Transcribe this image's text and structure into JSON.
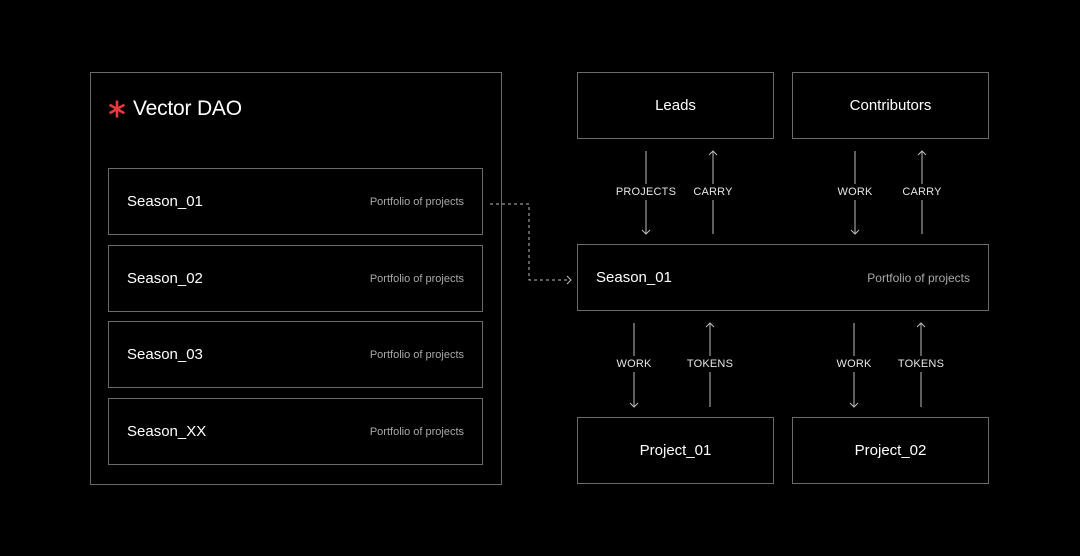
{
  "dao": {
    "title": "Vector DAO",
    "accent_color": "#e8383d",
    "icon": "asterisk-icon",
    "seasons": [
      {
        "label": "Season_01",
        "desc": "Portfolio of projects"
      },
      {
        "label": "Season_02",
        "desc": "Portfolio of projects"
      },
      {
        "label": "Season_03",
        "desc": "Portfolio of projects"
      },
      {
        "label": "Season_XX",
        "desc": "Portfolio of projects"
      }
    ]
  },
  "roles": {
    "leads": "Leads",
    "contributors": "Contributors"
  },
  "season_detail": {
    "label": "Season_01",
    "desc": "Portfolio of projects"
  },
  "projects": {
    "p1": "Project_01",
    "p2": "Project_02"
  },
  "flows": {
    "leads_down": "PROJECTS",
    "leads_up": "CARRY",
    "contrib_down": "WORK",
    "contrib_up": "CARRY",
    "p1_down": "WORK",
    "p1_up": "TOKENS",
    "p2_down": "WORK",
    "p2_up": "TOKENS"
  }
}
